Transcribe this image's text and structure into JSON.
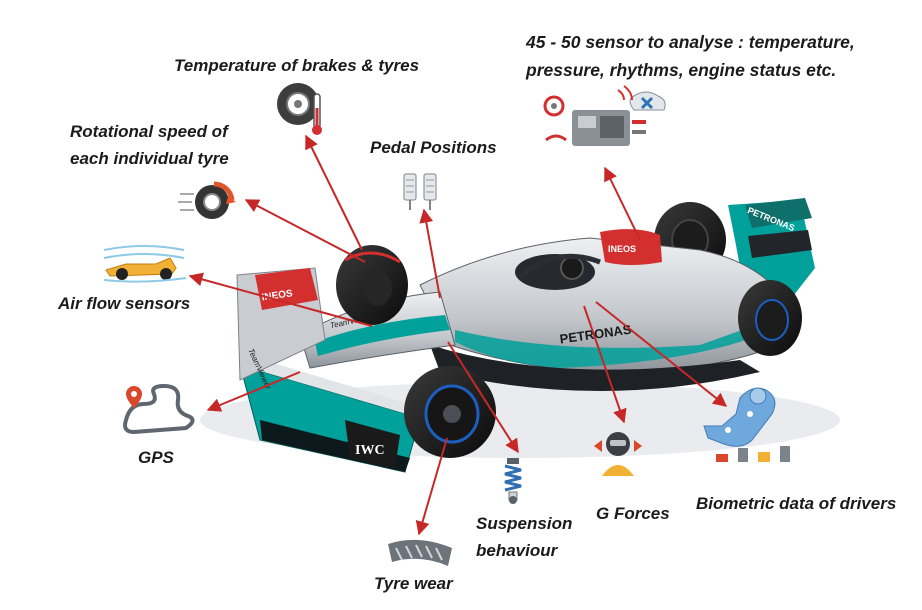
{
  "labels": {
    "temp_brakes": "Temperature of brakes & tyres",
    "sensors_line1": "45 - 50 sensor to analyse : temperature,",
    "sensors_line2": "pressure,  rhythms, engine status etc.",
    "rotational_line1": "Rotational speed of",
    "rotational_line2": "each individual tyre",
    "pedal": "Pedal Positions",
    "airflow": "Air flow sensors",
    "gps": "GPS",
    "suspension_line1": "Suspension",
    "suspension_line2": "behaviour",
    "gforces": "G Forces",
    "biometric": "Biometric data of drivers",
    "tyre_wear": "Tyre wear"
  },
  "car_branding": {
    "front_wing_logo": "INEOS",
    "airbox_logo": "INEOS",
    "sidepod_text": "PETRONAS",
    "rear_wing_text": "PETRONAS",
    "endplate_logo": "IWC",
    "sponsor_text": "TeamViewer"
  },
  "colors": {
    "arrow": "#c62828",
    "teal": "#00a19b",
    "silver": "#c9ccd0",
    "black": "#111111",
    "red_accent": "#d32f2f"
  },
  "icons": [
    "tyre-thermometer-icon",
    "sensor-dashboard-icon",
    "spinning-wheel-icon",
    "pedals-icon",
    "race-car-airflow-icon",
    "gps-track-icon",
    "suspension-shock-icon",
    "driver-g-force-icon",
    "driver-biometric-icon",
    "tyre-tread-icon"
  ]
}
